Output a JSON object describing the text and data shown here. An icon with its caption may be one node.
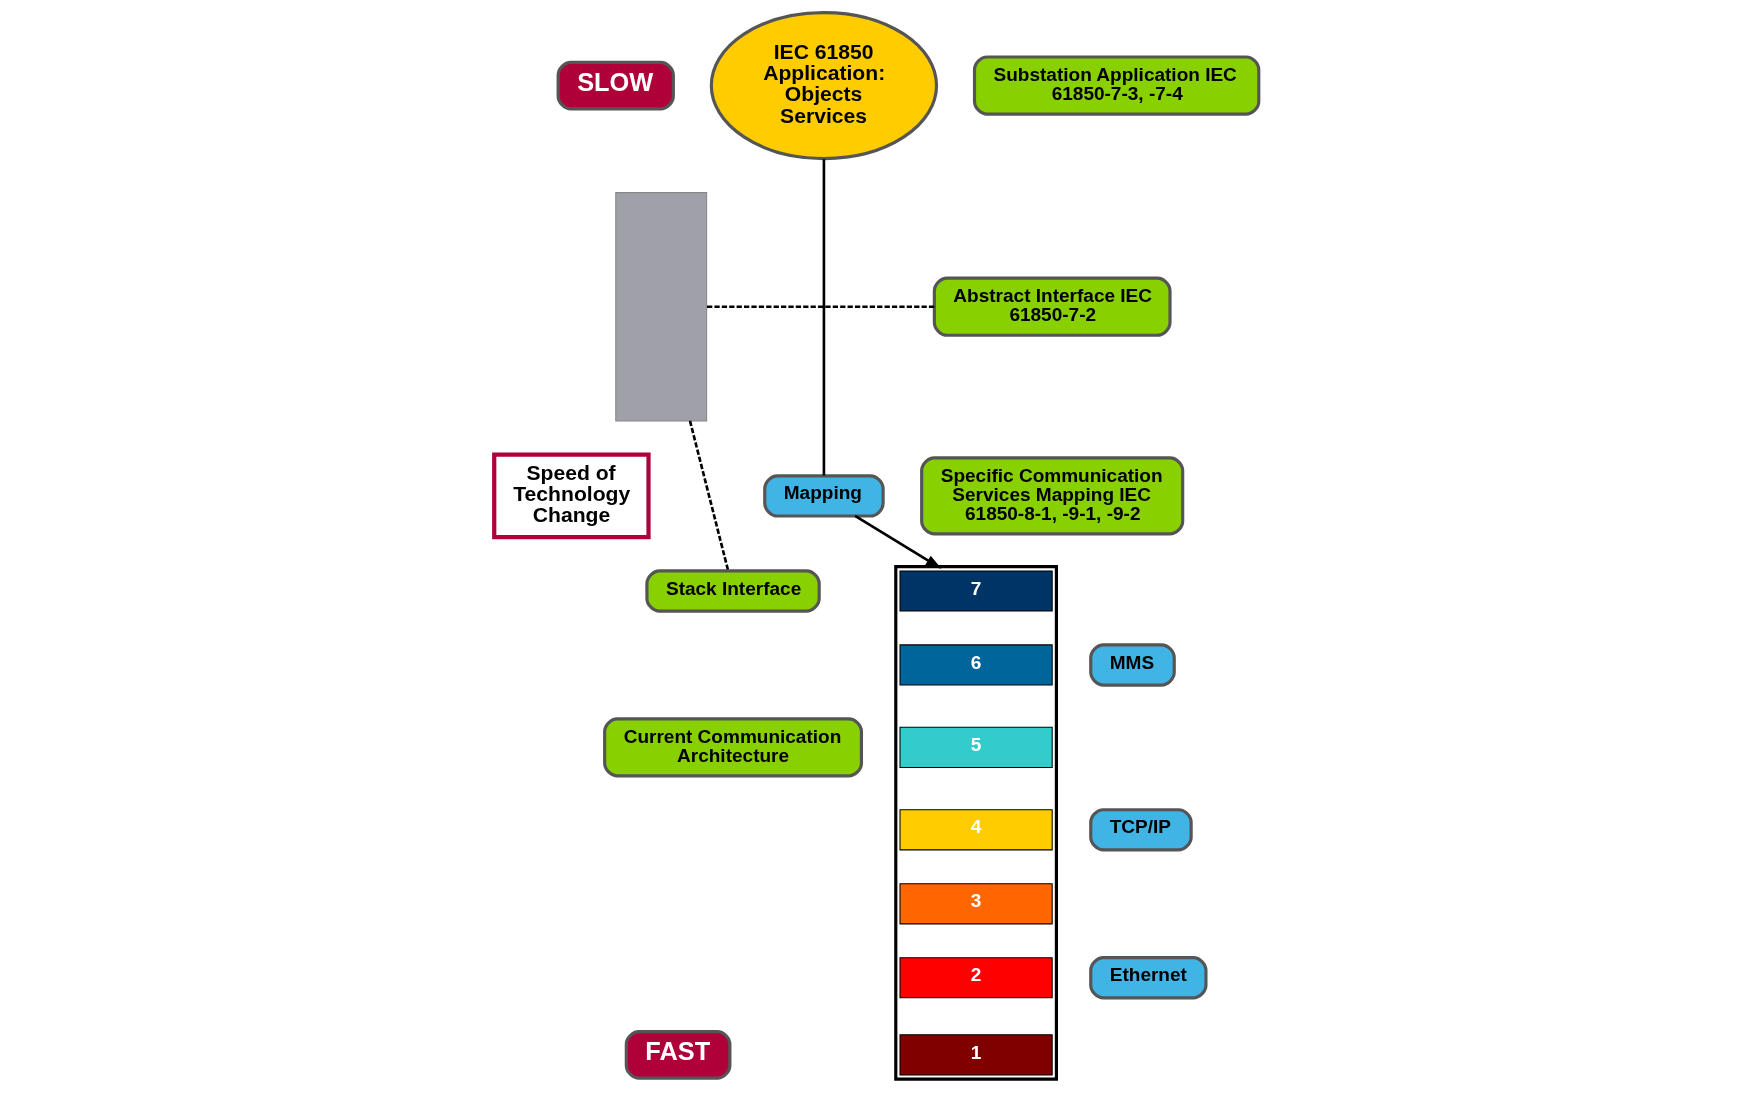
{
  "diagram": {
    "nodes": [
      {
        "text": [],
        "shape": "bar"
      },
      {
        "text": [
          "SLOW"
        ]
      },
      {
        "text": [
          "IEC 61850 Application: Objects Services"
        ]
      },
      {
        "text": [
          "Substation Application IEC 61850-7-3, -7-4"
        ]
      },
      {
        "text": [
          "Abstract Interface IEC 61850-7-2"
        ]
      },
      {
        "text": [
          "Speed of Technology Change"
        ]
      },
      {
        "text": [
          "Mapping"
        ]
      },
      {
        "text": [
          "Specific Communication Services Mapping IEC 61850-8-1, -9-1, -9-2"
        ]
      },
      {
        "text": [
          "Stack Interface"
        ]
      },
      {
        "text": [],
        "shape": "box"
      },
      {
        "text": [
          "7"
        ],
        "in": 9
      },
      {
        "text": [
          "6"
        ],
        "in": 9
      },
      {
        "text": [
          "5"
        ],
        "in": 9
      },
      {
        "text": [
          "4"
        ],
        "in": 9
      },
      {
        "text": [
          "3"
        ],
        "in": 9
      },
      {
        "text": [
          "2"
        ],
        "in": 9
      },
      {
        "text": [
          "1"
        ],
        "in": 9
      },
      {
        "text": [
          "MMS"
        ]
      },
      {
        "text": [
          "TCP/IP"
        ]
      },
      {
        "text": [
          "Ethernet"
        ]
      },
      {
        "text": [
          "Current Communication Architecture"
        ]
      },
      {
        "text": [
          "FAST"
        ]
      }
    ],
    "edges": [
      {
        "from": 2,
        "to": 6,
        "arrow": "none"
      },
      {
        "from": 6,
        "to": 9,
        "arrow": "to"
      },
      {
        "from": 0,
        "to": 4,
        "arrow": "none",
        "style": "dashed"
      },
      {
        "from": 0,
        "to": 8,
        "arrow": "none",
        "style": "dashed"
      }
    ]
  }
}
